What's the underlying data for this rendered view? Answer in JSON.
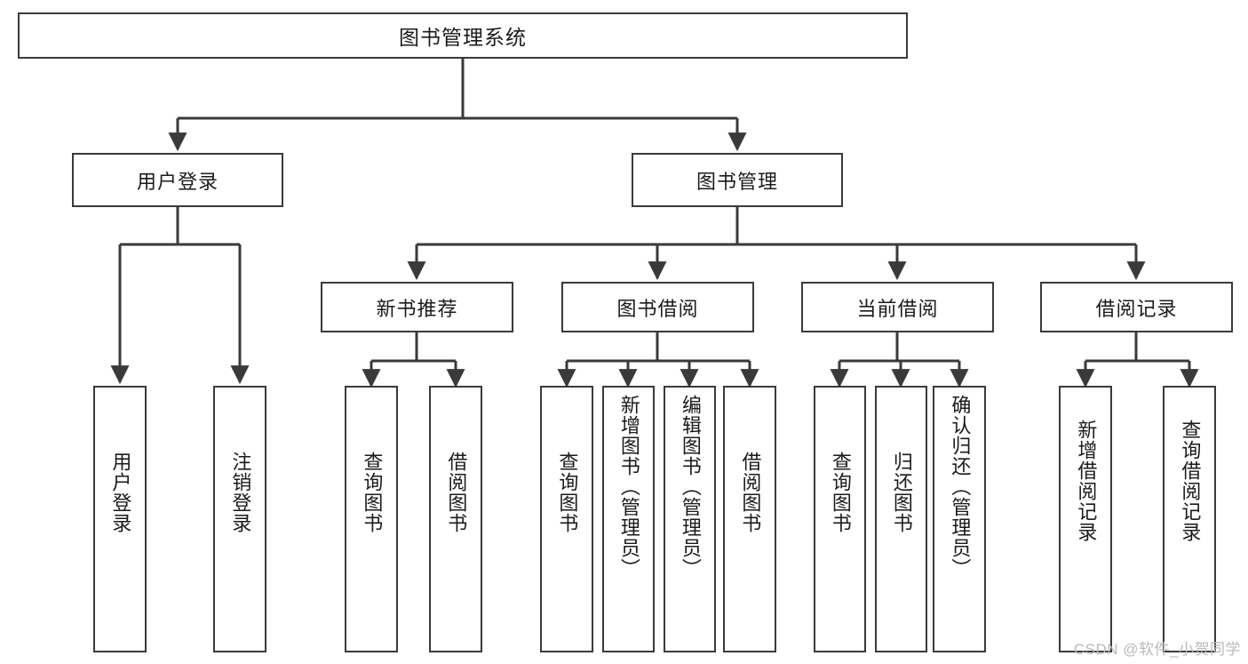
{
  "diagram": {
    "title": "图书管理系统",
    "type": "tree",
    "watermark": "CSDN @软件_小贺同学",
    "colors": {
      "border": "#3a3a3a",
      "background": "#ffffff",
      "text": "#1b1b1b",
      "watermark": "#b9b9b9"
    },
    "nodes": {
      "root": {
        "label": "图书管理系统"
      },
      "level1": [
        {
          "id": "user-login",
          "label": "用户登录"
        },
        {
          "id": "book-manage",
          "label": "图书管理"
        }
      ],
      "level2": [
        {
          "id": "new-book-recommend",
          "label": "新书推荐"
        },
        {
          "id": "book-borrow",
          "label": "图书借阅"
        },
        {
          "id": "current-borrow",
          "label": "当前借阅"
        },
        {
          "id": "borrow-record",
          "label": "借阅记录"
        }
      ],
      "leaves": {
        "user-login": [
          {
            "id": "leaf-user-login",
            "label": "用户登录"
          },
          {
            "id": "leaf-logout",
            "label": "注销登录"
          }
        ],
        "new-book-recommend": [
          {
            "id": "leaf-query-book-1",
            "label": "查询图书"
          },
          {
            "id": "leaf-borrow-book-1",
            "label": "借阅图书"
          }
        ],
        "book-borrow": [
          {
            "id": "leaf-query-book-2",
            "label": "查询图书"
          },
          {
            "id": "leaf-add-book",
            "label": "新增图书（管理员）"
          },
          {
            "id": "leaf-edit-book",
            "label": "编辑图书（管理员）"
          },
          {
            "id": "leaf-borrow-book-2",
            "label": "借阅图书"
          }
        ],
        "current-borrow": [
          {
            "id": "leaf-query-book-3",
            "label": "查询图书"
          },
          {
            "id": "leaf-return-book",
            "label": "归还图书"
          },
          {
            "id": "leaf-confirm-return",
            "label": "确认归还（管理员）"
          }
        ],
        "borrow-record": [
          {
            "id": "leaf-add-record",
            "label": "新增借阅记录"
          },
          {
            "id": "leaf-query-record",
            "label": "查询借阅记录"
          }
        ]
      }
    }
  }
}
